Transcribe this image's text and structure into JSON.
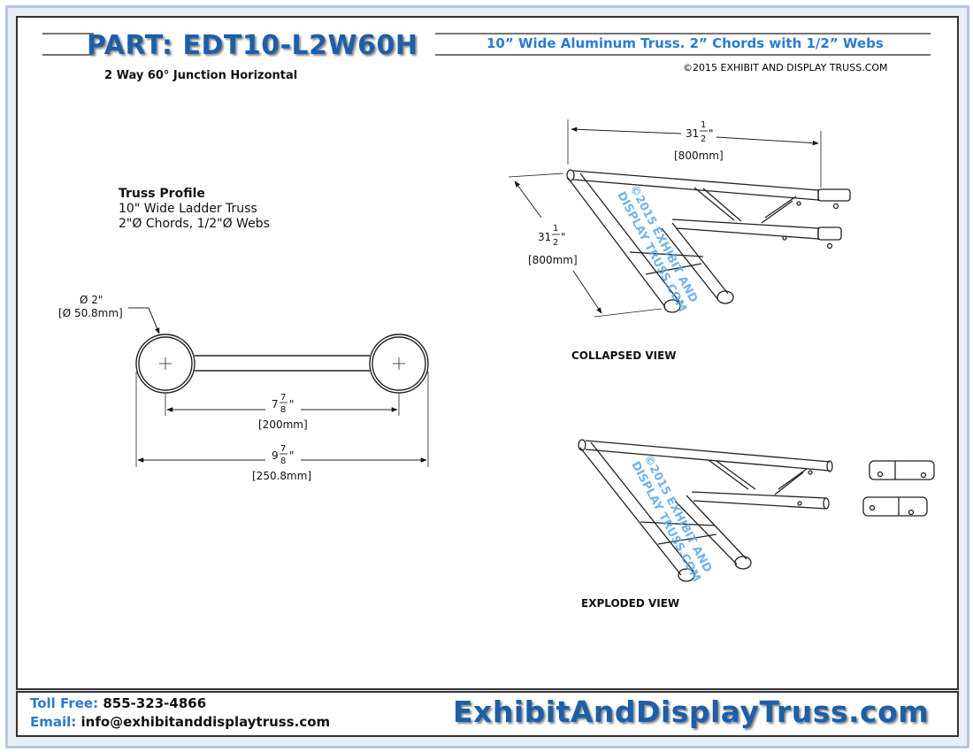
{
  "header": {
    "part_title": "PART: EDT10-L2W60H",
    "subtitle_right": "10” Wide Aluminum Truss. 2” Chords with 1/2” Webs",
    "copyright": "©2015 EXHIBIT AND DISPLAY TRUSS.COM",
    "description": "2 Way 60° Junction Horizontal"
  },
  "profile": {
    "heading": "Truss Profile",
    "line1": "10\" Wide Ladder Truss",
    "line2": "2\"Ø Chords, 1/2\"Ø Webs",
    "chord_dia": "Ø 2\"",
    "chord_dia_mm": "[Ø 50.8mm]",
    "inner_whole": "7",
    "inner_num": "7",
    "inner_den": "8",
    "inner_mm": "[200mm]",
    "outer_whole": "9",
    "outer_num": "7",
    "outer_den": "8",
    "outer_mm": "[250.8mm]"
  },
  "collapsed": {
    "label": "COLLAPSED VIEW",
    "top_whole": "31",
    "top_num": "1",
    "top_den": "2",
    "top_mm": "[800mm]",
    "side_whole": "31",
    "side_num": "1",
    "side_den": "2",
    "side_mm": "[800mm]"
  },
  "exploded": {
    "label": "EXPLODED VIEW"
  },
  "watermark": {
    "line1": "©2015 EXHIBIT AND",
    "line2": "DISPLAY TRUSS.COM"
  },
  "footer": {
    "toll_label": "Toll Free:",
    "toll_value": "855-323-4866",
    "email_label": "Email:",
    "email_value": "info@exhibitanddisplaytruss.com",
    "website": "ExhibitAndDisplayTruss.com"
  },
  "colors": {
    "brand_blue": "#1c5fa8",
    "accent_blue": "#2a7bd1",
    "frame": "#b6c6dc"
  }
}
